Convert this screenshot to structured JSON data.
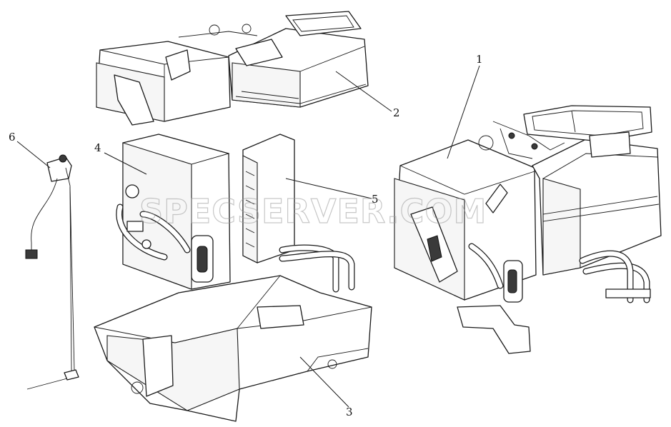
{
  "callouts": [
    {
      "id": "1",
      "label": "1"
    },
    {
      "id": "2",
      "label": "2"
    },
    {
      "id": "3",
      "label": "3"
    },
    {
      "id": "4",
      "label": "4"
    },
    {
      "id": "5",
      "label": "5"
    },
    {
      "id": "6",
      "label": "6"
    }
  ],
  "watermark": "SPECSERVER.COM"
}
